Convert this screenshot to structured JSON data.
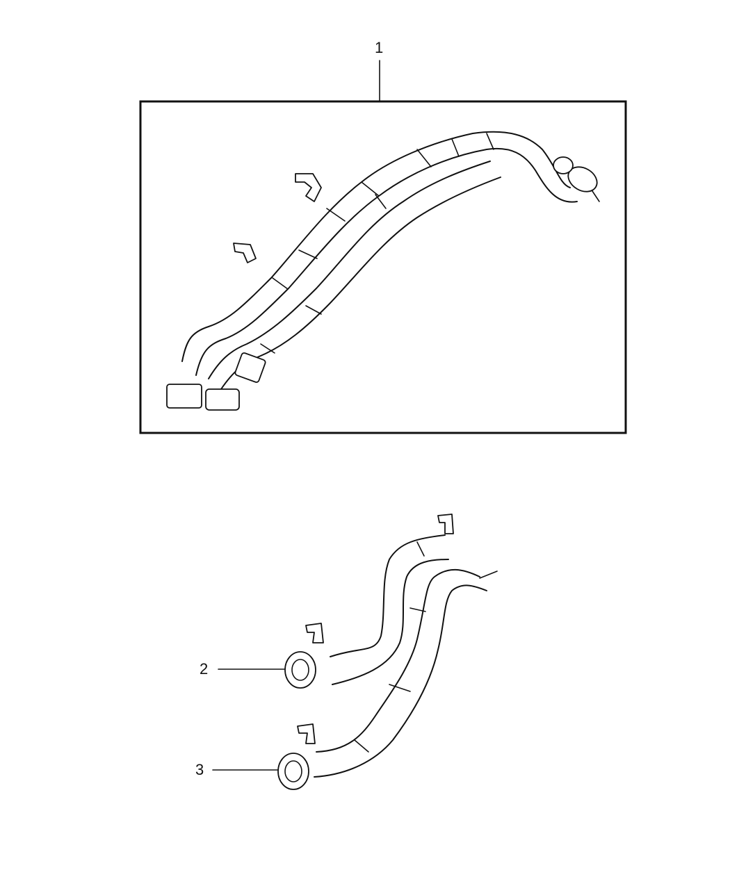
{
  "callouts": {
    "item1": "1",
    "item2": "2",
    "item3": "3"
  },
  "colors": {
    "line": "#111111",
    "background": "#ffffff"
  }
}
